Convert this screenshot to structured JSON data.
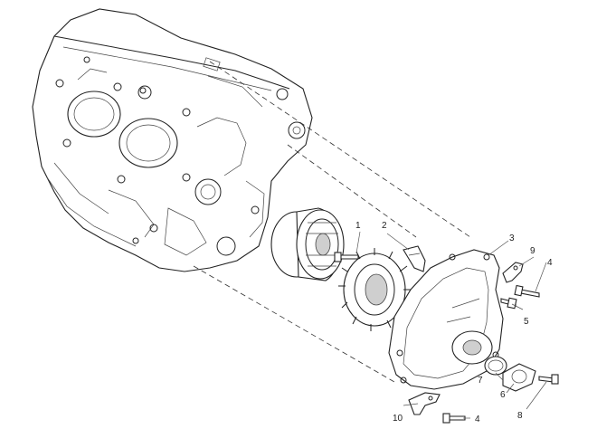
{
  "diagram": {
    "callouts": [
      "1",
      "2",
      "3",
      "4",
      "5",
      "6",
      "7",
      "8",
      "9",
      "10",
      "4"
    ]
  }
}
